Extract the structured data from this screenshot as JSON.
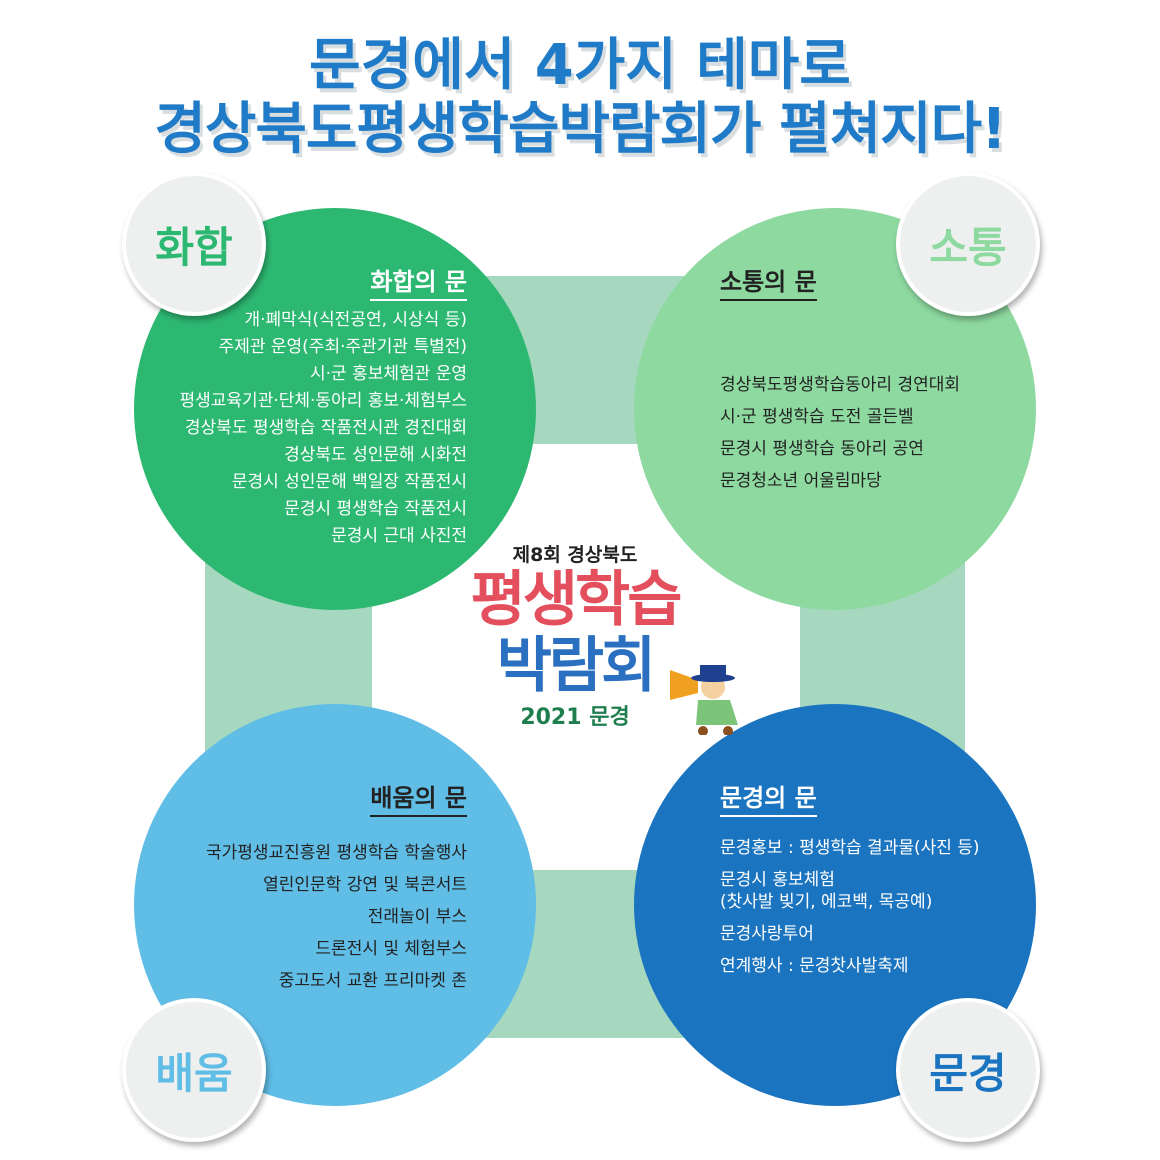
{
  "title": {
    "line1": "문경에서 4가지 테마로",
    "line2": "경상북도평생학습박람회가 펼쳐지다!"
  },
  "logo": {
    "sub": "제8회 경상북도",
    "line1": "평생학습",
    "line2": "박람회",
    "year": "2021 문경"
  },
  "colors": {
    "title": "#1f7bc8",
    "harmony": "#2db872",
    "communication": "#8dd9a0",
    "learning": "#5fbde6",
    "mungyeong": "#1b74bf",
    "frame": "#a6d8bf"
  },
  "sections": [
    {
      "badge": "화합",
      "heading": "화합의 문",
      "items": [
        "개·폐막식(식전공연, 시상식 등)",
        "주제관 운영(주최·주관기관 특별전)",
        "시·군 홍보체험관 운영",
        "평생교육기관·단체·동아리 홍보·체험부스",
        "경상북도 평생학습 작품전시관 경진대회",
        "경상북도 성인문해 시화전",
        "문경시 성인문해 백일장 작품전시",
        "문경시 평생학습 작품전시",
        "문경시 근대 사진전"
      ]
    },
    {
      "badge": "소통",
      "heading": "소통의 문",
      "items": [
        "경상북도평생학습동아리 경연대회",
        "시·군 평생학습 도전 골든벨",
        "문경시 평생학습 동아리 공연",
        "문경청소년 어울림마당"
      ]
    },
    {
      "badge": "배움",
      "heading": "배움의 문",
      "items": [
        "국가평생교진흥원 평생학습 학술행사",
        "열린인문학 강연 및 북콘서트",
        "전래놀이 부스",
        "드론전시 및 체험부스",
        "중고도서 교환 프리마켓 존"
      ]
    },
    {
      "badge": "문경",
      "heading": "문경의 문",
      "items": [
        "문경홍보 : 평생학습 결과물(사진 등)",
        "문경시 홍보체험\n(찻사발 빚기, 에코백, 목공예)",
        "문경사랑투어",
        "연계행사 : 문경찻사발축제"
      ]
    }
  ]
}
